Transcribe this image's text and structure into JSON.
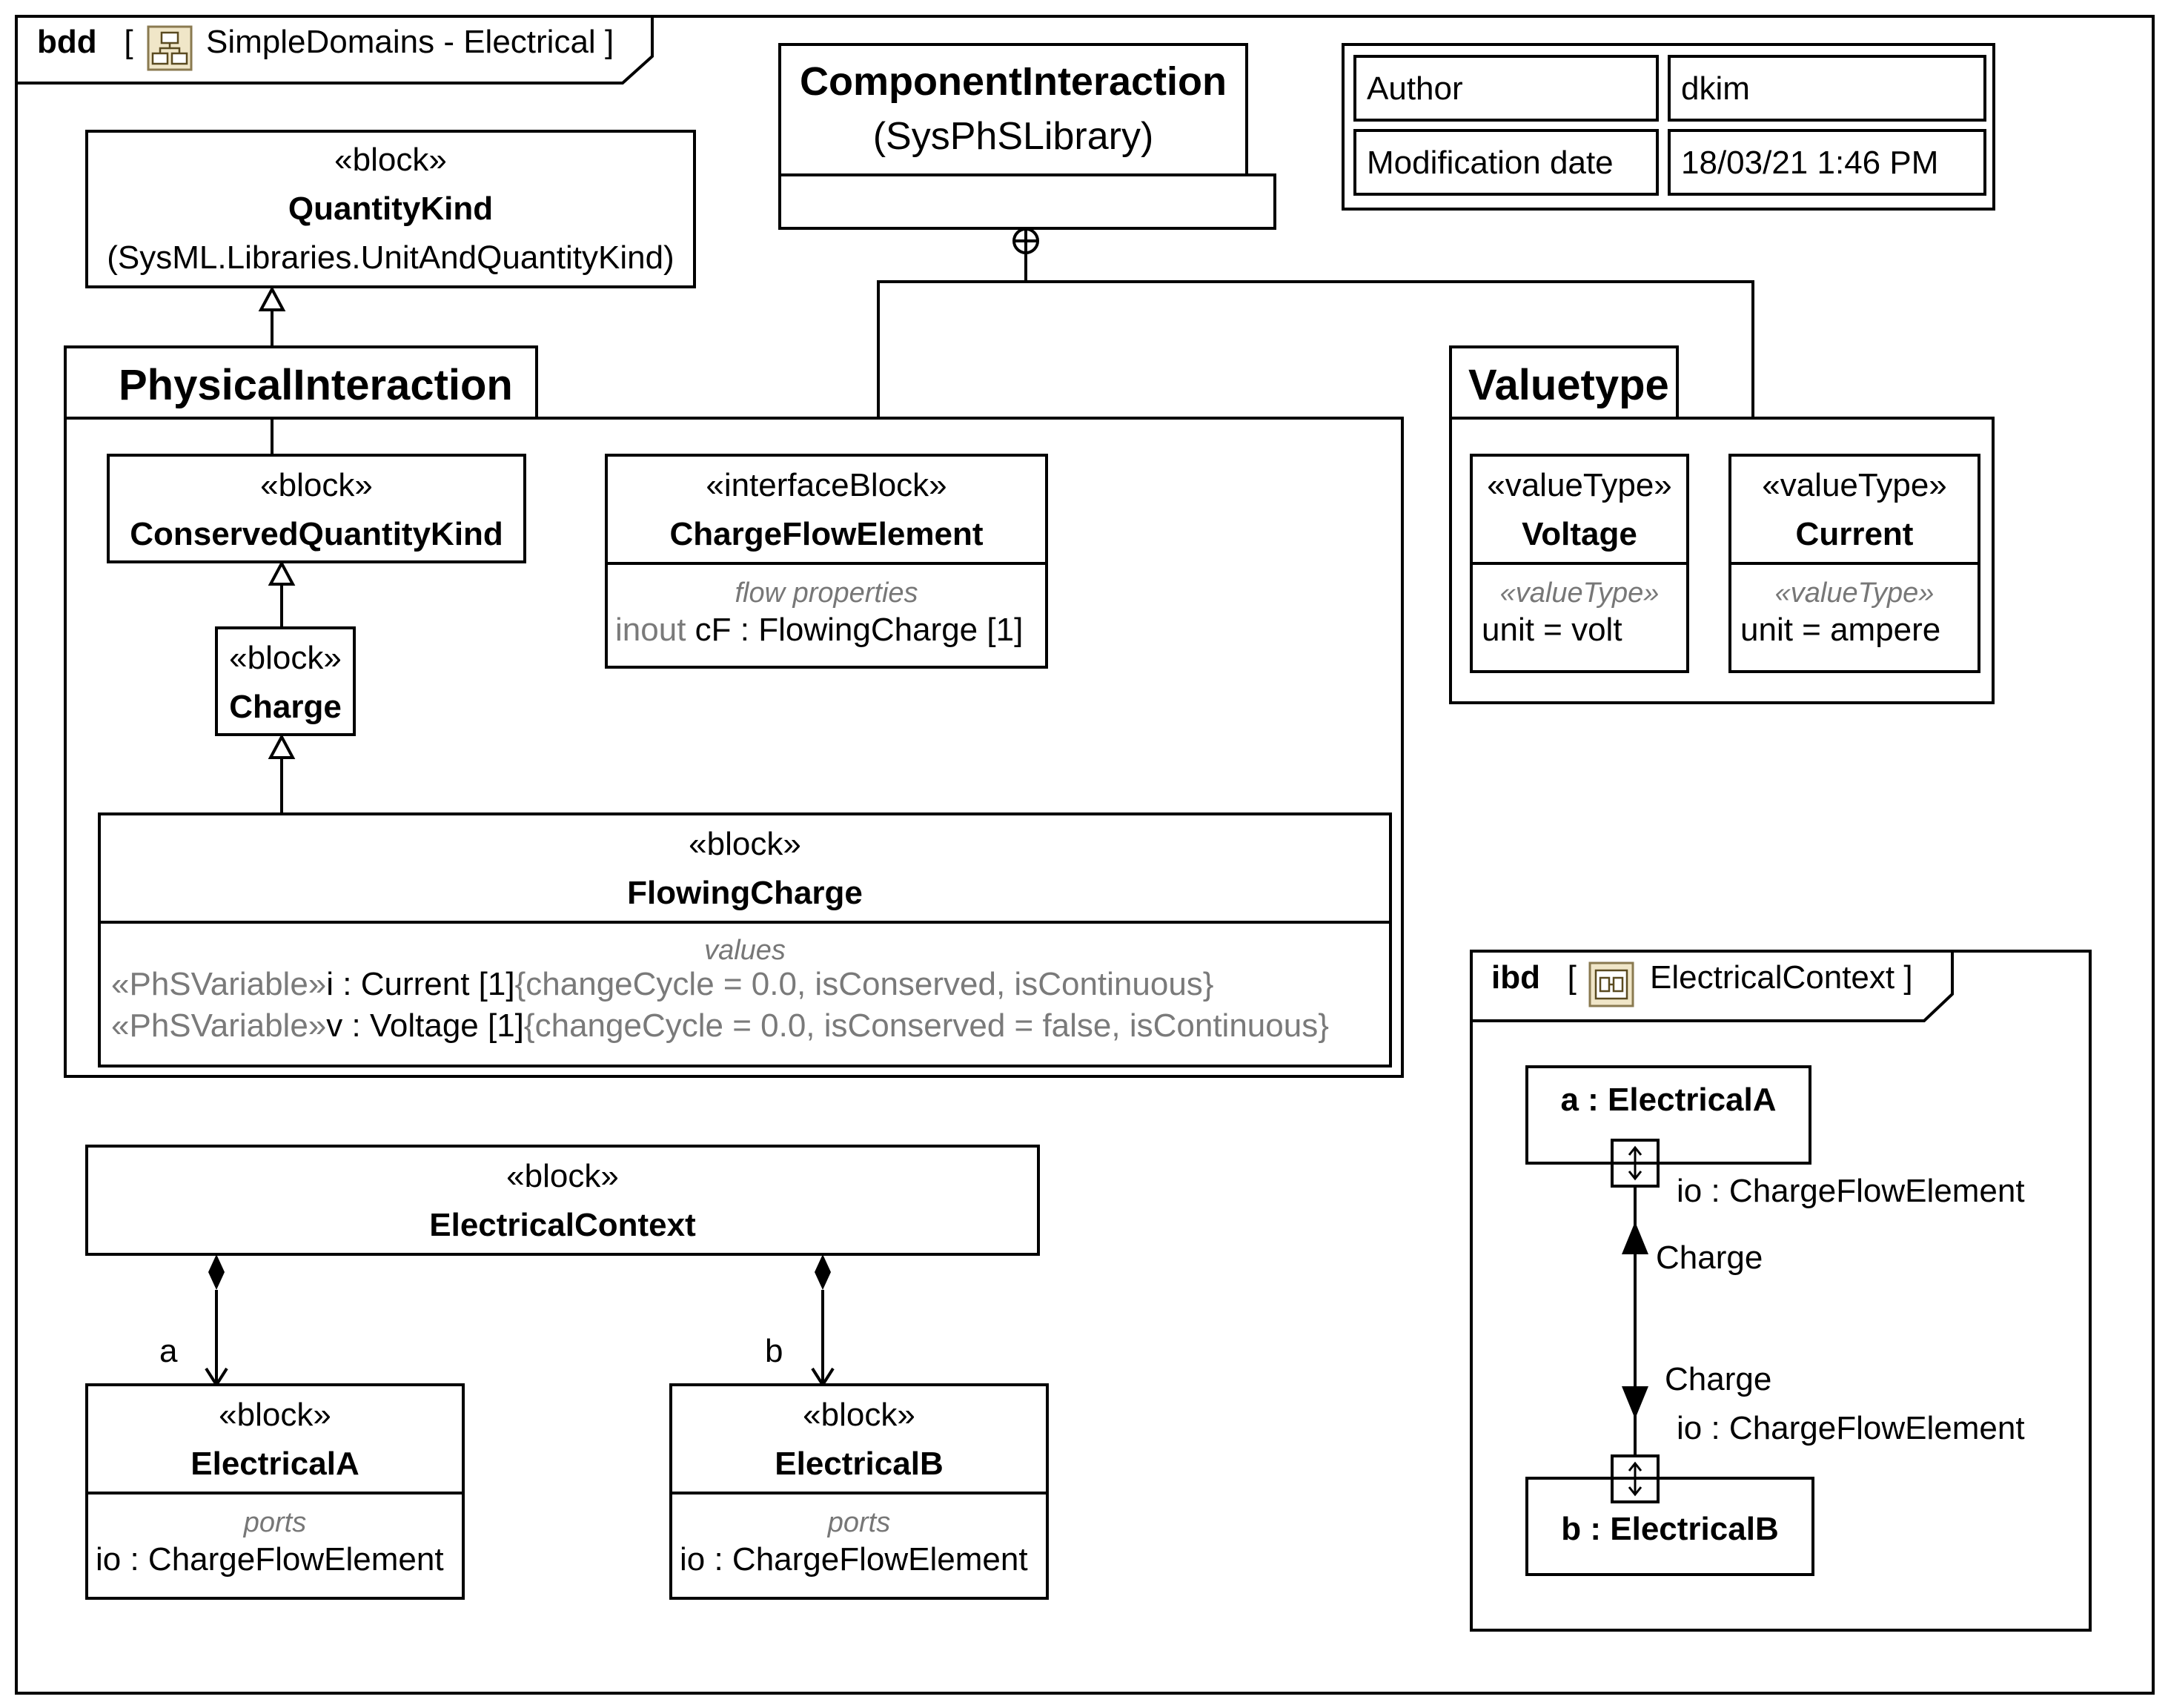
{
  "bdd_frame": {
    "kind": "bdd",
    "open_bracket": "[",
    "title": "SimpleDomains - Electrical",
    "close_bracket": "]",
    "icon": "package-diagram-icon"
  },
  "info_table": {
    "rows": [
      {
        "label": "Author",
        "value": "dkim"
      },
      {
        "label": "Modification date",
        "value": "18/03/21 1:46 PM"
      }
    ]
  },
  "quantity_kind": {
    "stereotype": "«block»",
    "name": "QuantityKind",
    "owner": "(SysML.Libraries.UnitAndQuantityKind)"
  },
  "component_interaction": {
    "name": "ComponentInteraction",
    "owner": "(SysPhSLibrary)"
  },
  "physical_interaction": {
    "title": "PhysicalInteraction",
    "conserved_quantity_kind": {
      "stereotype": "«block»",
      "name": "ConservedQuantityKind"
    },
    "charge": {
      "stereotype": "«block»",
      "name": "Charge"
    },
    "charge_flow_element": {
      "stereotype": "«interfaceBlock»",
      "name": "ChargeFlowElement",
      "compartment": "flow properties",
      "property_direction": "inout",
      "property_name": "cF",
      "property_type": " : FlowingCharge [1]"
    },
    "flowing_charge": {
      "stereotype": "«block»",
      "name": "FlowingCharge",
      "compartment": "values",
      "values": [
        {
          "stereo": "«PhSVariable»",
          "text": "i : Current [1]",
          "constraint": "{changeCycle = 0.0, isConserved, isContinuous}"
        },
        {
          "stereo": "«PhSVariable»",
          "text": "v : Voltage [1]",
          "constraint": "{changeCycle = 0.0, isConserved = false, isContinuous}"
        }
      ]
    }
  },
  "valuetype_pkg": {
    "title": "Valuetype",
    "voltage": {
      "stereotype": "«valueType»",
      "name": "Voltage",
      "compartment": "«valueType»",
      "value": "unit = volt"
    },
    "current": {
      "stereotype": "«valueType»",
      "name": "Current",
      "compartment": "«valueType»",
      "value": "unit = ampere"
    }
  },
  "electrical_context": {
    "stereotype": "«block»",
    "name": "ElectricalContext"
  },
  "electrical_a": {
    "stereotype": "«block»",
    "name": "ElectricalA",
    "compartment": "ports",
    "port": "io : ChargeFlowElement",
    "role": "a"
  },
  "electrical_b": {
    "stereotype": "«block»",
    "name": "ElectricalB",
    "compartment": "ports",
    "port": "io : ChargeFlowElement",
    "role": "b"
  },
  "ibd_frame": {
    "kind": "ibd",
    "open_bracket": "[",
    "title": "ElectricalContext",
    "close_bracket": "]",
    "icon": "internal-block-diagram-icon",
    "part_a": "a : ElectricalA",
    "part_b": "b : ElectricalB",
    "port_a_label": "io : ChargeFlowElement",
    "port_b_label": "io : ChargeFlowElement",
    "flow_a_label": "Charge",
    "flow_b_label": "Charge"
  }
}
